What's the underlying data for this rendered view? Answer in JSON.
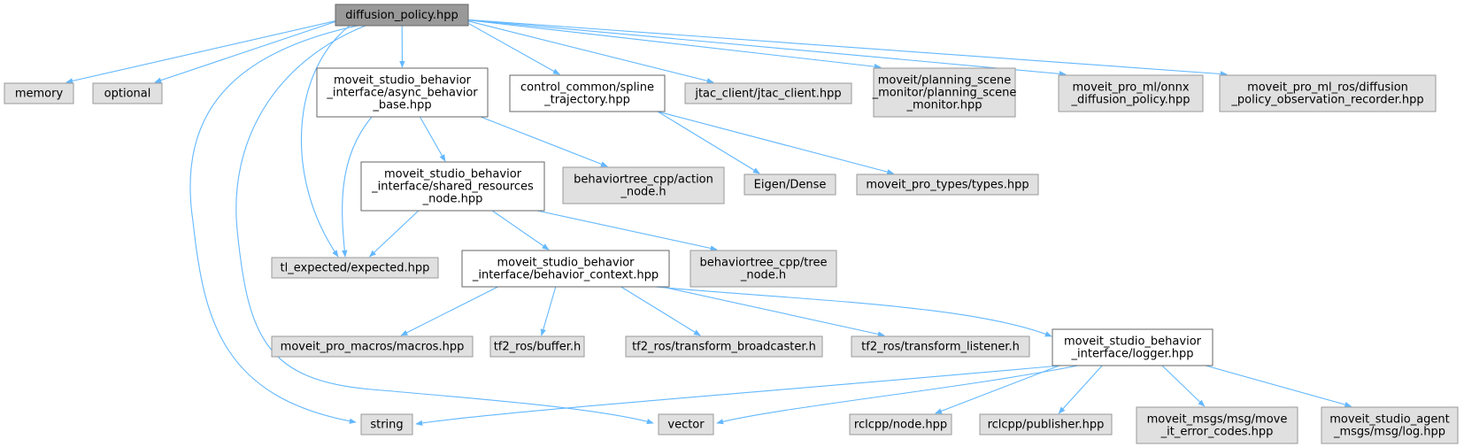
{
  "colors": {
    "edge": "#63b8ff",
    "root_fill": "#999999",
    "external_fill": "#e0e0e0",
    "internal_fill": "#ffffff"
  },
  "nodes": [
    {
      "id": "diffusion_policy",
      "kind": "root",
      "lines": [
        "diffusion_policy.hpp"
      ]
    },
    {
      "id": "memory",
      "kind": "external",
      "lines": [
        "memory"
      ]
    },
    {
      "id": "optional",
      "kind": "external",
      "lines": [
        "optional"
      ]
    },
    {
      "id": "async_behavior_base",
      "kind": "internal",
      "lines": [
        "moveit_studio_behavior",
        "_interface/async_behavior",
        "_base.hpp"
      ]
    },
    {
      "id": "spline_trajectory",
      "kind": "internal",
      "lines": [
        "control_common/spline",
        "_trajectory.hpp"
      ]
    },
    {
      "id": "jtac_client",
      "kind": "external",
      "lines": [
        "jtac_client/jtac_client.hpp"
      ]
    },
    {
      "id": "planning_scene_monitor",
      "kind": "external",
      "lines": [
        "moveit/planning_scene",
        "_monitor/planning_scene",
        "_monitor.hpp"
      ]
    },
    {
      "id": "onnx_diffusion_policy",
      "kind": "external",
      "lines": [
        "moveit_pro_ml/onnx",
        "_diffusion_policy.hpp"
      ]
    },
    {
      "id": "observation_recorder",
      "kind": "external",
      "lines": [
        "moveit_pro_ml_ros/diffusion",
        "_policy_observation_recorder.hpp"
      ]
    },
    {
      "id": "shared_resources_node",
      "kind": "internal",
      "lines": [
        "moveit_studio_behavior",
        "_interface/shared_resources",
        "_node.hpp"
      ]
    },
    {
      "id": "action_node",
      "kind": "external",
      "lines": [
        "behaviortree_cpp/action",
        "_node.h"
      ]
    },
    {
      "id": "eigen_dense",
      "kind": "external",
      "lines": [
        "Eigen/Dense"
      ]
    },
    {
      "id": "types",
      "kind": "external",
      "lines": [
        "moveit_pro_types/types.hpp"
      ]
    },
    {
      "id": "tl_expected",
      "kind": "external",
      "lines": [
        "tl_expected/expected.hpp"
      ]
    },
    {
      "id": "behavior_context",
      "kind": "internal",
      "lines": [
        "moveit_studio_behavior",
        "_interface/behavior_context.hpp"
      ]
    },
    {
      "id": "tree_node",
      "kind": "external",
      "lines": [
        "behaviortree_cpp/tree",
        "_node.h"
      ]
    },
    {
      "id": "macros",
      "kind": "external",
      "lines": [
        "moveit_pro_macros/macros.hpp"
      ]
    },
    {
      "id": "tf2_buffer",
      "kind": "external",
      "lines": [
        "tf2_ros/buffer.h"
      ]
    },
    {
      "id": "tf2_broadcaster",
      "kind": "external",
      "lines": [
        "tf2_ros/transform_broadcaster.h"
      ]
    },
    {
      "id": "tf2_listener",
      "kind": "external",
      "lines": [
        "tf2_ros/transform_listener.h"
      ]
    },
    {
      "id": "logger",
      "kind": "internal",
      "lines": [
        "moveit_studio_behavior",
        "_interface/logger.hpp"
      ]
    },
    {
      "id": "string",
      "kind": "external",
      "lines": [
        "string"
      ]
    },
    {
      "id": "vector",
      "kind": "external",
      "lines": [
        "vector"
      ]
    },
    {
      "id": "rclcpp_node",
      "kind": "external",
      "lines": [
        "rclcpp/node.hpp"
      ]
    },
    {
      "id": "rclcpp_publisher",
      "kind": "external",
      "lines": [
        "rclcpp/publisher.hpp"
      ]
    },
    {
      "id": "move_it_error_codes",
      "kind": "external",
      "lines": [
        "moveit_msgs/msg/move",
        "_it_error_codes.hpp"
      ]
    },
    {
      "id": "agent_log",
      "kind": "external",
      "lines": [
        "moveit_studio_agent",
        "_msgs/msg/log.hpp"
      ]
    }
  ],
  "edges": [
    {
      "from": "diffusion_policy",
      "to": "memory"
    },
    {
      "from": "diffusion_policy",
      "to": "optional"
    },
    {
      "from": "diffusion_policy",
      "to": "async_behavior_base"
    },
    {
      "from": "diffusion_policy",
      "to": "spline_trajectory"
    },
    {
      "from": "diffusion_policy",
      "to": "jtac_client"
    },
    {
      "from": "diffusion_policy",
      "to": "planning_scene_monitor"
    },
    {
      "from": "diffusion_policy",
      "to": "onnx_diffusion_policy"
    },
    {
      "from": "diffusion_policy",
      "to": "observation_recorder"
    },
    {
      "from": "diffusion_policy",
      "to": "tl_expected"
    },
    {
      "from": "diffusion_policy",
      "to": "string"
    },
    {
      "from": "diffusion_policy",
      "to": "vector"
    },
    {
      "from": "async_behavior_base",
      "to": "tl_expected"
    },
    {
      "from": "async_behavior_base",
      "to": "shared_resources_node"
    },
    {
      "from": "async_behavior_base",
      "to": "action_node"
    },
    {
      "from": "spline_trajectory",
      "to": "eigen_dense"
    },
    {
      "from": "spline_trajectory",
      "to": "types"
    },
    {
      "from": "shared_resources_node",
      "to": "tl_expected"
    },
    {
      "from": "shared_resources_node",
      "to": "behavior_context"
    },
    {
      "from": "shared_resources_node",
      "to": "tree_node"
    },
    {
      "from": "behavior_context",
      "to": "macros"
    },
    {
      "from": "behavior_context",
      "to": "tf2_buffer"
    },
    {
      "from": "behavior_context",
      "to": "tf2_broadcaster"
    },
    {
      "from": "behavior_context",
      "to": "tf2_listener"
    },
    {
      "from": "behavior_context",
      "to": "logger"
    },
    {
      "from": "logger",
      "to": "string"
    },
    {
      "from": "logger",
      "to": "vector"
    },
    {
      "from": "logger",
      "to": "rclcpp_node"
    },
    {
      "from": "logger",
      "to": "rclcpp_publisher"
    },
    {
      "from": "logger",
      "to": "move_it_error_codes"
    },
    {
      "from": "logger",
      "to": "agent_log"
    }
  ]
}
